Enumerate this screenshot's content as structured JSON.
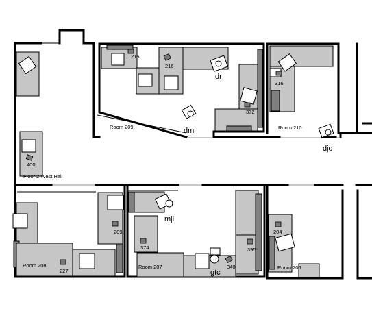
{
  "rooms": {
    "r209_upper": "Room 209",
    "r210": "Room 210",
    "hall": "Floor 2 West Hall",
    "r208": "Room 208",
    "r207": "Room 207",
    "r206": "Room 206"
  },
  "cubicles": {
    "c215": "215",
    "c216": "216",
    "c372": "372",
    "c316": "316",
    "c400": "400",
    "c209": "209",
    "c227": "227",
    "c374": "374",
    "c395": "395",
    "c340": "340",
    "c204": "204"
  },
  "occupants": {
    "dr": "dr",
    "dmi": "dmi",
    "djc": "djc",
    "mjl": "mjl",
    "gtc": "gtc"
  }
}
